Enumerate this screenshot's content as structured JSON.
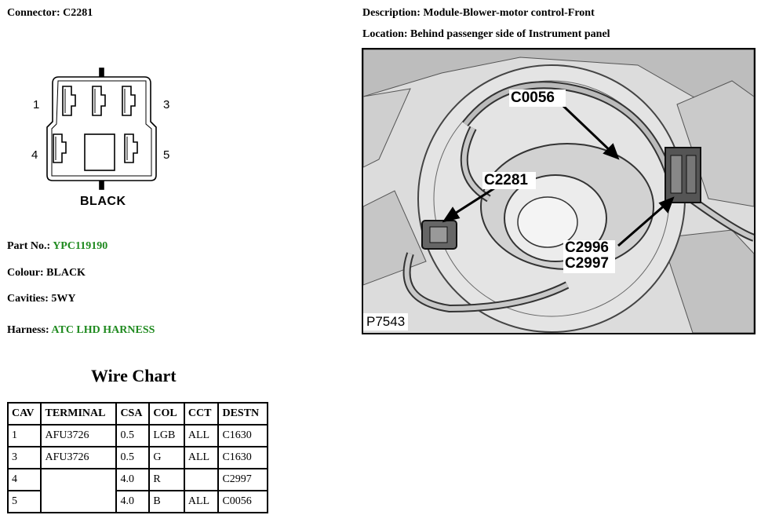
{
  "connector": {
    "label": "Connector: C2281"
  },
  "description": {
    "label": "Description: Module-Blower-motor control-Front"
  },
  "location": {
    "label": "Location: Behind passenger side of Instrument panel"
  },
  "diagram": {
    "pins": [
      "1",
      "3",
      "4",
      "5"
    ],
    "colour_text": "BLACK"
  },
  "part": {
    "label": "Part No.:",
    "value": "YPC119190"
  },
  "colour": {
    "label": "Colour: BLACK"
  },
  "cavities": {
    "label": "Cavities: 5WY"
  },
  "harness": {
    "label": "Harness:",
    "value": "ATC LHD HARNESS"
  },
  "wire_chart": {
    "title": "Wire Chart",
    "headers": [
      "CAV",
      "TERMINAL",
      "CSA",
      "COL",
      "CCT",
      "DESTN"
    ],
    "rows": [
      [
        "1",
        "AFU3726",
        "0.5",
        "LGB",
        "ALL",
        "C1630"
      ],
      [
        "3",
        "AFU3726",
        "0.5",
        "G",
        "ALL",
        "C1630"
      ],
      [
        "4",
        "",
        "4.0",
        "R",
        "",
        "C2997"
      ],
      [
        "5",
        "",
        "4.0",
        "B",
        "ALL",
        "C0056"
      ]
    ]
  },
  "photo": {
    "callouts": [
      "C0056",
      "C2281",
      "C2996",
      "C2997"
    ],
    "code": "P7543"
  },
  "colors": {
    "accent_green": "#1f8a1f"
  }
}
